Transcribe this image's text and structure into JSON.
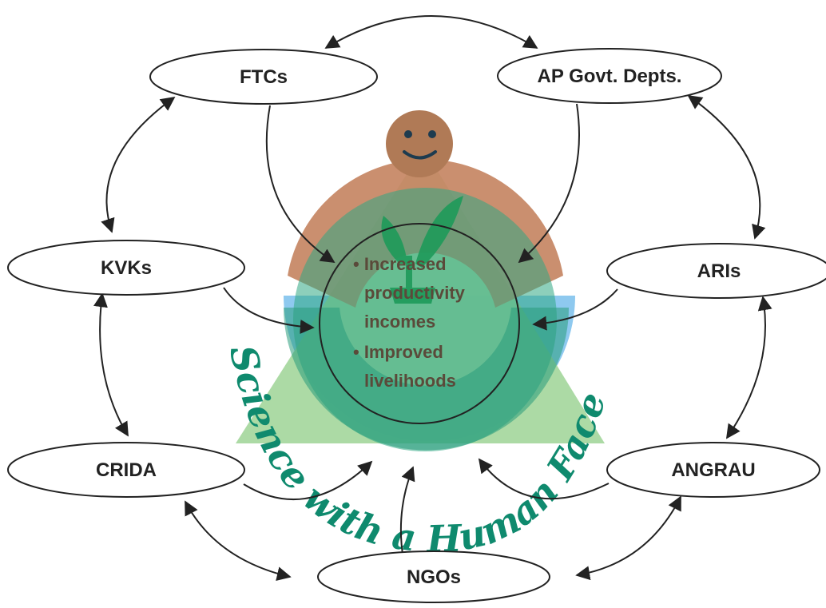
{
  "nodes": {
    "ftcs": "FTCs",
    "ap_govt": "AP Govt. Depts.",
    "kvks": "KVKs",
    "aris": "ARIs",
    "crida": "CRIDA",
    "angrau": "ANGRAU",
    "ngos": "NGOs"
  },
  "center": {
    "bullet_1_line_1": "• Increased",
    "bullet_1_line_2": "productivity",
    "bullet_1_line_3": "incomes",
    "bullet_2_line_1": "• Improved",
    "bullet_2_line_2": "livelihoods"
  },
  "curved_text": "Science with a Human Face",
  "colors": {
    "triangle": "#a8d8a0",
    "head": "#b07a56",
    "arms": "#c0805f",
    "blue_arc": "#8ec9ef",
    "teal_disc": "#2fa884",
    "text_teal": "#0f8a6e",
    "leaf": "#1e9a5a"
  }
}
